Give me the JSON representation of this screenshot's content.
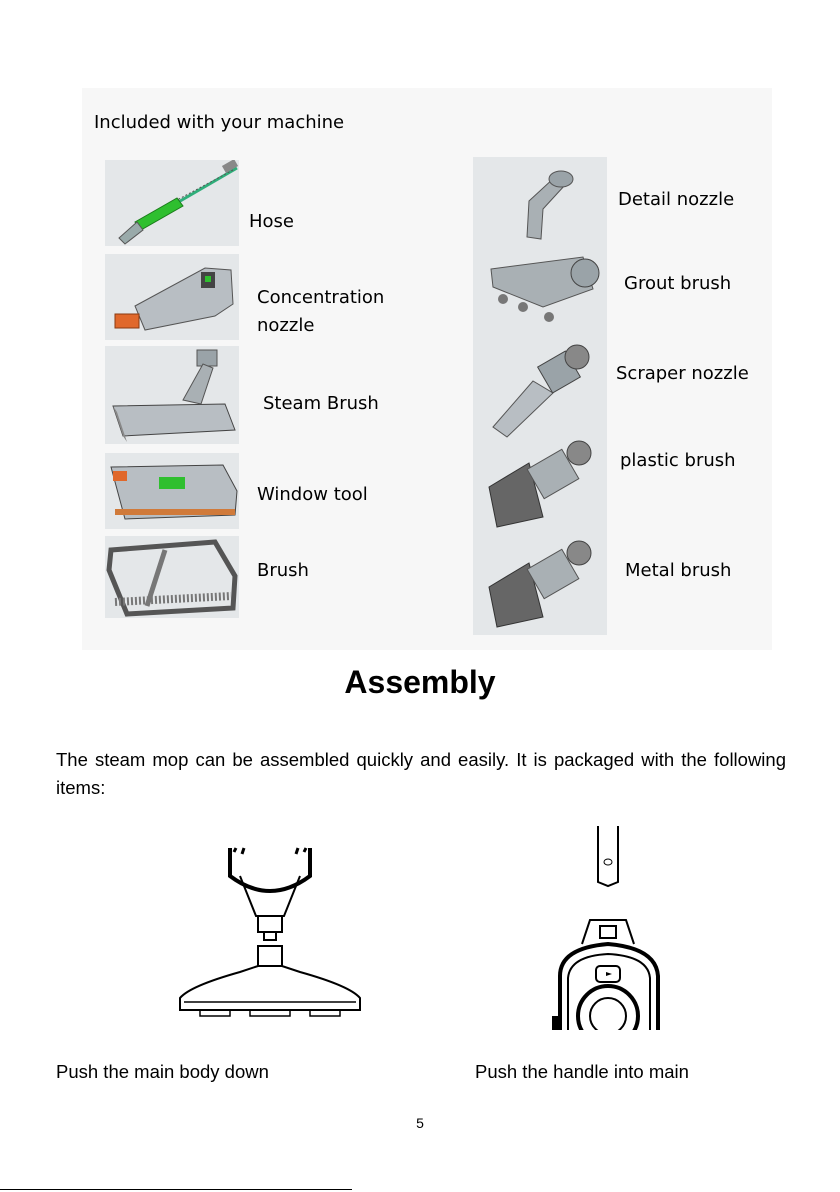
{
  "included": {
    "title": "Included with your machine",
    "left_items": [
      {
        "label": "Hose",
        "icon": "hose-icon"
      },
      {
        "label": "Concentration nozzle",
        "icon": "concentration-nozzle-icon"
      },
      {
        "label": "Steam Brush",
        "icon": "steam-brush-icon"
      },
      {
        "label": "Window tool",
        "icon": "window-tool-icon"
      },
      {
        "label": "Brush",
        "icon": "brush-frame-icon"
      }
    ],
    "right_items": [
      {
        "label": "Detail nozzle",
        "icon": "detail-nozzle-icon"
      },
      {
        "label": "Grout brush",
        "icon": "grout-brush-icon"
      },
      {
        "label": "Scraper nozzle",
        "icon": "scraper-nozzle-icon"
      },
      {
        "label": "plastic brush",
        "icon": "plastic-brush-icon"
      },
      {
        "label": "Metal brush",
        "icon": "metal-brush-icon"
      }
    ]
  },
  "assembly": {
    "title": "Assembly",
    "intro": "The steam mop can be assembled quickly and easily. It is packaged with the following items:",
    "steps": [
      {
        "caption": "Push the main body down",
        "icon": "mop-head-assembly-icon"
      },
      {
        "caption": "Push the handle into main",
        "icon": "handle-insert-icon"
      }
    ]
  },
  "footer": {
    "page_number": "5"
  },
  "colors": {
    "panel": "#f7f7f7",
    "thumb": "#e4e7e9",
    "accent_green": "#2fbf2f",
    "accent_orange": "#e0682b"
  }
}
